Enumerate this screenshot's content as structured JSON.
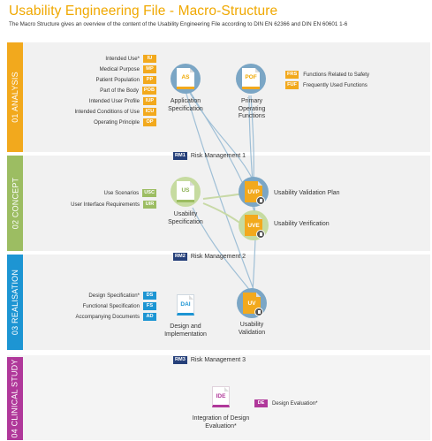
{
  "header": {
    "title": "Usability Engineering File - Macro-Structure",
    "subtitle": "The Macro Structure gives an overview of the content of the Usability Engineering File according to  DIN EN 62366 and DIN EN 60601 1-6"
  },
  "phases": [
    {
      "label": "01 ANALYSIS",
      "color": "#f2a91d"
    },
    {
      "label": "02 CONCEPT",
      "color": "#9cbd62"
    },
    {
      "label": "03 REALISATION",
      "color": "#1d95d3"
    },
    {
      "label": "04 CLINICAL STUDY",
      "color": "#b0389a"
    }
  ],
  "analysis": {
    "inputs": [
      {
        "label": "Intended Use*",
        "code": "IU"
      },
      {
        "label": "Medical Purpose",
        "code": "MP"
      },
      {
        "label": "Patient Population",
        "code": "PP"
      },
      {
        "label": "Part of the Body",
        "code": "POB"
      },
      {
        "label": "Intended User Profile",
        "code": "IUP"
      },
      {
        "label": "Intended Conditions of Use",
        "code": "ICU"
      },
      {
        "label": "Operating Principle",
        "code": "OP"
      }
    ],
    "outputs": [
      {
        "label": "Functions Related to Safety",
        "code": "FRS"
      },
      {
        "label": "Frequently Used Functions",
        "code": "FUF"
      }
    ],
    "nodes": {
      "as": {
        "code": "AS",
        "caption1": "Application",
        "caption2": "Specification"
      },
      "pof": {
        "code": "POF",
        "caption1": "Primary",
        "caption2": "Operating",
        "caption3": "Functions"
      }
    }
  },
  "risk": [
    {
      "code": "RM1",
      "label": "Risk Management 1"
    },
    {
      "code": "RM2",
      "label": "Risk Management 2"
    },
    {
      "code": "RM3",
      "label": "Risk Management 3"
    }
  ],
  "concept": {
    "inputs": [
      {
        "label": "Use Scenarios",
        "code": "USC"
      },
      {
        "label": "User Interface Requirements",
        "code": "UIR"
      }
    ],
    "nodes": {
      "us": {
        "code": "US",
        "caption1": "Usability",
        "caption2": "Specification"
      },
      "uvp": {
        "code": "UVP",
        "caption": "Usability Validation Plan"
      },
      "uve": {
        "code": "UVE",
        "caption": "Usability Verification"
      }
    }
  },
  "realisation": {
    "inputs": [
      {
        "label": "Design Specification*",
        "code": "DS"
      },
      {
        "label": "Functional Specification",
        "code": "FS"
      },
      {
        "label": "Accompanying Documents",
        "code": "AD"
      }
    ],
    "nodes": {
      "dai": {
        "code": "DAI",
        "caption1": "Design and",
        "caption2": "Implementation"
      },
      "uv": {
        "code": "UV",
        "caption1": "Usability",
        "caption2": "Validation"
      }
    }
  },
  "clinical": {
    "nodes": {
      "ide": {
        "code": "IDE",
        "caption1": "Integration of Design",
        "caption2": "Evaluation*"
      }
    },
    "output": {
      "label": "Design Evaluation*",
      "code": "DE"
    }
  }
}
